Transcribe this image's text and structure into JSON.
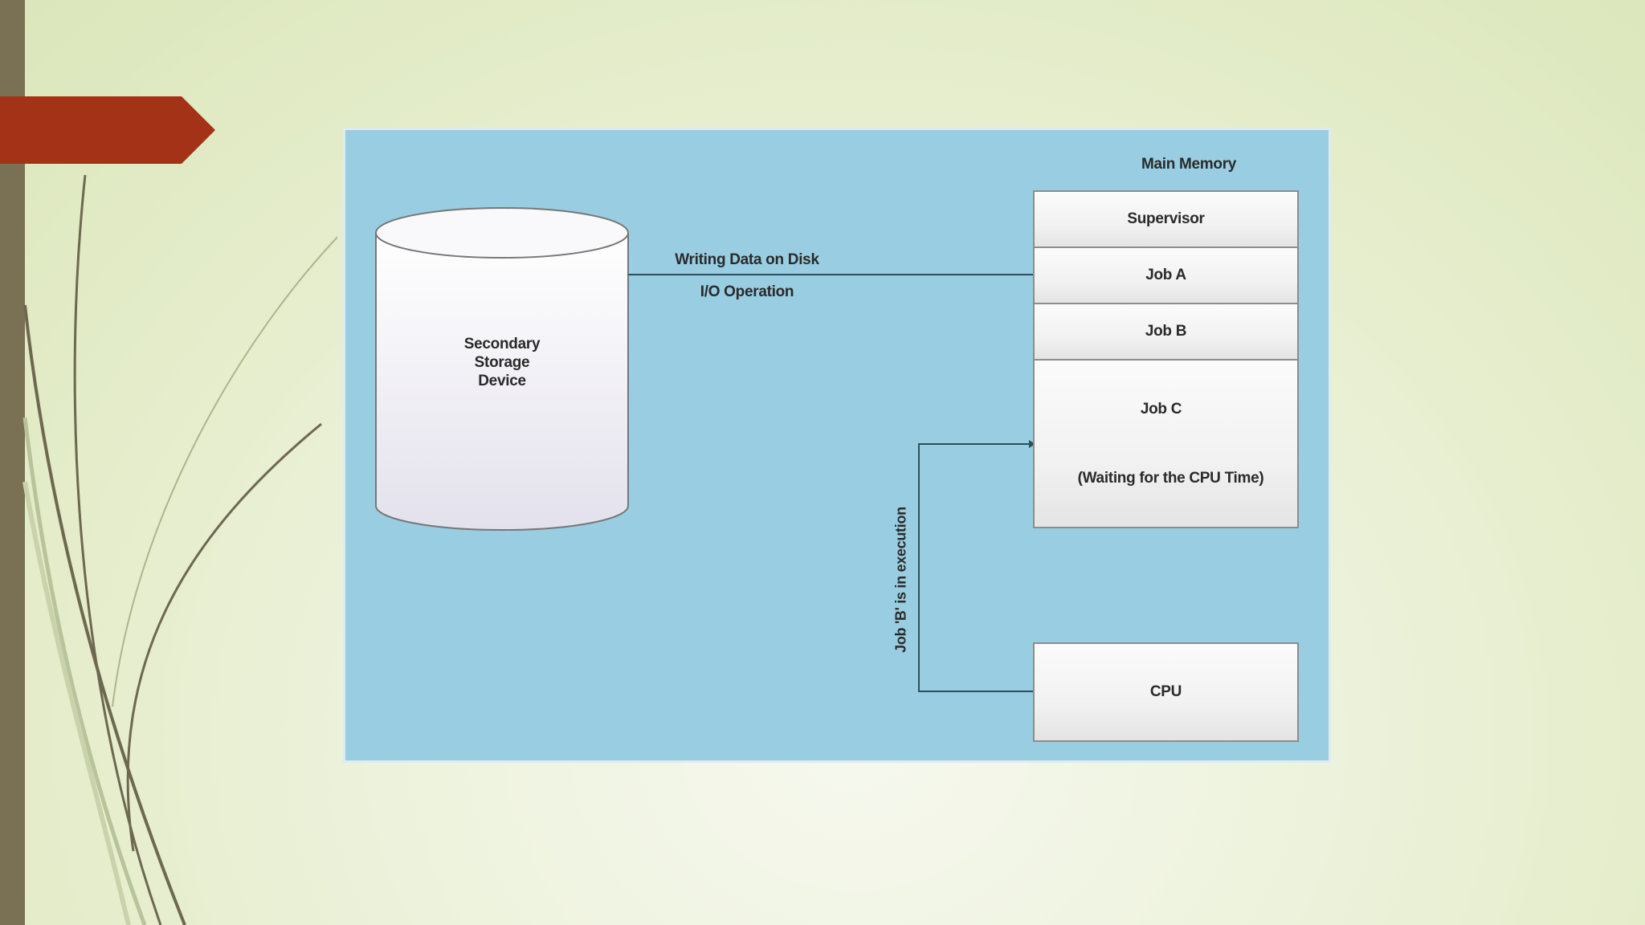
{
  "diagram": {
    "main_memory_label": "Main Memory",
    "storage_label_lines": [
      "Secondary",
      "Storage",
      "Device"
    ],
    "link_top_label": "Writing Data on Disk",
    "link_bottom_label": "I/O Operation",
    "memory_blocks": {
      "supervisor": "Supervisor",
      "job_a": "Job A",
      "job_b": "Job B",
      "job_c": "Job C",
      "job_c_note": "(Waiting for the CPU Time)"
    },
    "cpu_label": "CPU",
    "execution_label": "Job 'B' is in execution"
  },
  "colors": {
    "panel_background": "#99cde1",
    "accent_tab": "#a33216",
    "side_bar": "#7a7155"
  }
}
